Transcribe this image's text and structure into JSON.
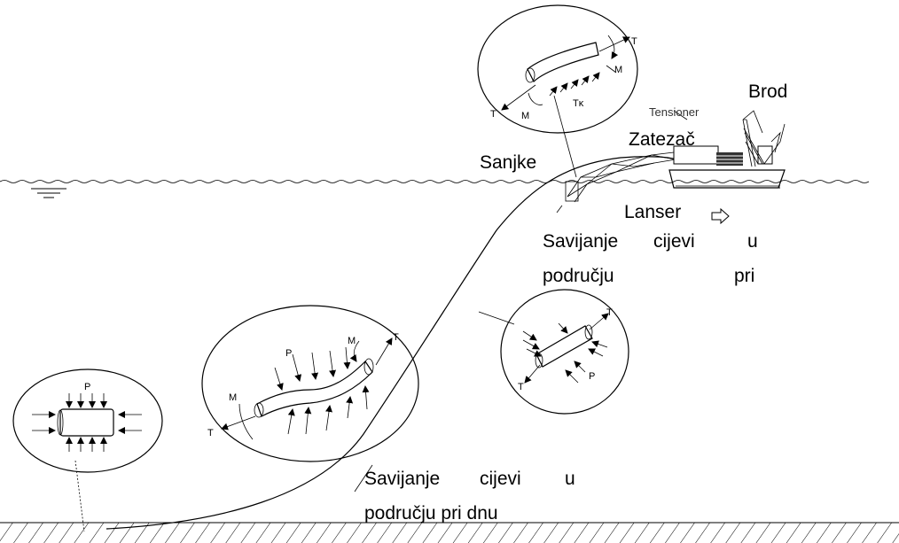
{
  "labels": {
    "ship": "Brod",
    "tensioner_en": "Tensioner",
    "tensioner": "Zatezač",
    "stinger_sled": "Sanjke",
    "launcher": "Lanser",
    "overbend_line1": "Savijanje",
    "overbend_line1b": "cijevi",
    "overbend_line1c": "u",
    "overbend_line2": "području",
    "overbend_line2b": "pri",
    "sagbend_line1": "Savijanje",
    "sagbend_line1b": "cijevi",
    "sagbend_line1c": "u",
    "sagbend_line2": "području pri dnu"
  },
  "force_symbols": {
    "tension": "T",
    "moment": "M",
    "pressure": "P",
    "contact": "Tκ"
  }
}
